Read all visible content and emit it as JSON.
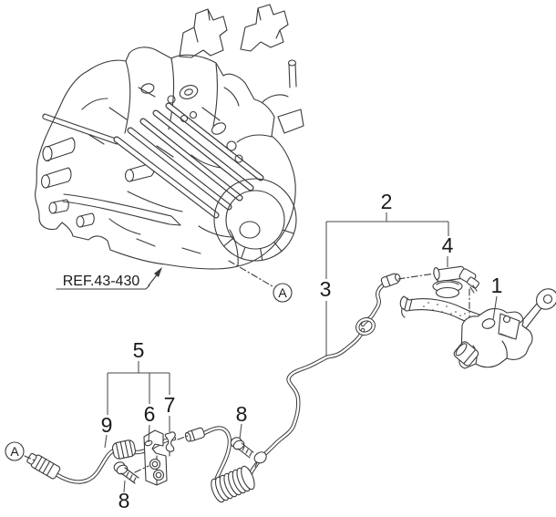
{
  "diagram": {
    "type": "automotive-parts-line-diagram",
    "ref_label": "REF.43-430",
    "view_label": "A",
    "callouts": {
      "c1": "1",
      "c2": "2",
      "c3": "3",
      "c4": "4",
      "c5": "5",
      "c6": "6",
      "c7": "7",
      "c8": "8",
      "c9": "9"
    },
    "colors": {
      "line": "#3a3a3a",
      "label": "#1a1a1a",
      "background": "#ffffff"
    }
  }
}
